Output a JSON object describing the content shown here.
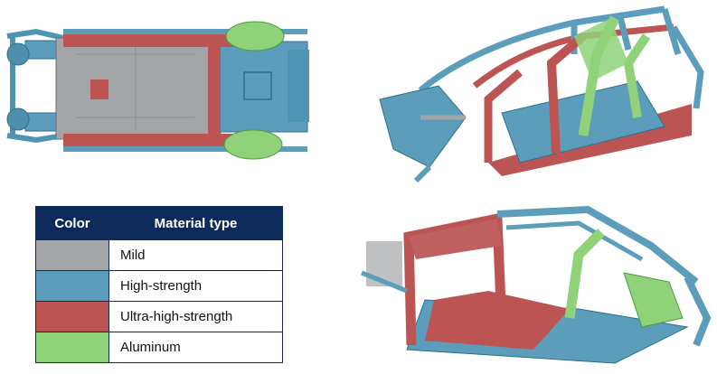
{
  "legend": {
    "header_color": "Color",
    "header_material": "Material type",
    "rows": [
      {
        "color": "#a4a5a8",
        "label": "Mild"
      },
      {
        "color": "#5b9dba",
        "label": "High-strength"
      },
      {
        "color": "#bd5454",
        "label": "Ultra-high-strength"
      },
      {
        "color": "#8fd27a",
        "label": "Aluminum"
      }
    ]
  },
  "colors": {
    "mild": "#a4a5a8",
    "high_strength": "#5b9dba",
    "ultra_high_strength": "#bd5454",
    "aluminum": "#8fd27a",
    "legend_header_bg": "#0e2a5a"
  }
}
